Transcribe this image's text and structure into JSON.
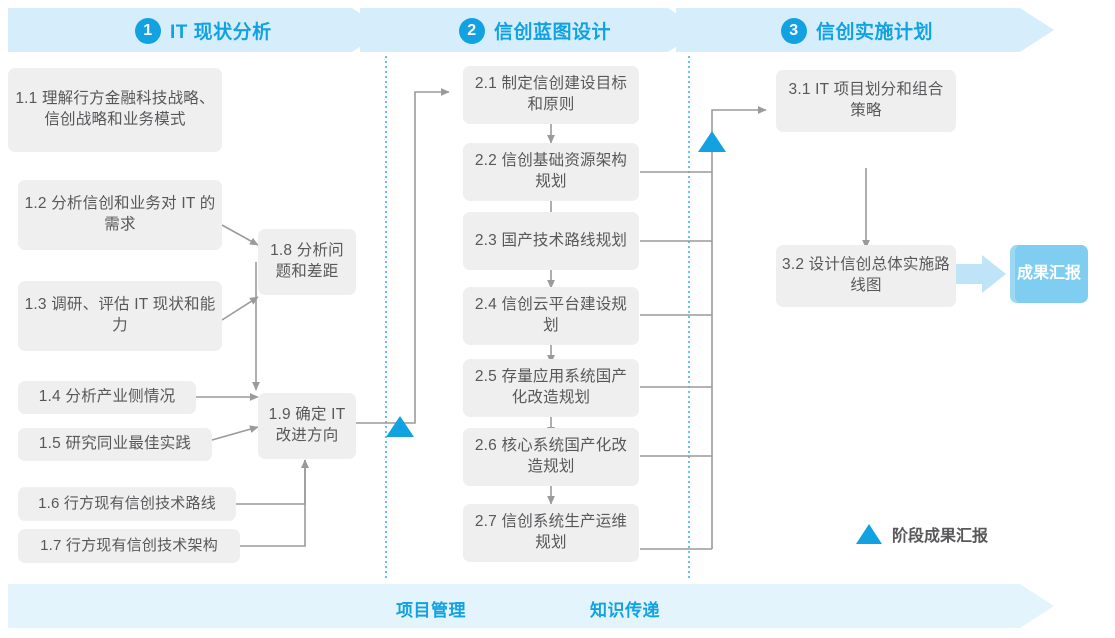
{
  "diagram": {
    "phases": [
      {
        "number": "1",
        "title": "IT 现状分析"
      },
      {
        "number": "2",
        "title": "信创蓝图设计"
      },
      {
        "number": "3",
        "title": "信创实施计划"
      }
    ],
    "phase1_nodes": [
      {
        "id": "1.1",
        "text": "1.1 理解行方金融科技战略、信创战略和业务模式"
      },
      {
        "id": "1.2",
        "text": "1.2 分析信创和业务对 IT 的需求"
      },
      {
        "id": "1.3",
        "text": "1.3 调研、评估 IT 现状和能力"
      },
      {
        "id": "1.4",
        "text": "1.4 分析产业侧情况"
      },
      {
        "id": "1.5",
        "text": "1.5 研究同业最佳实践"
      },
      {
        "id": "1.6",
        "text": "1.6 行方现有信创技术路线"
      },
      {
        "id": "1.7",
        "text": "1.7 行方现有信创技术架构"
      },
      {
        "id": "1.8",
        "text": "1.8 分析问题和差距"
      },
      {
        "id": "1.9",
        "text": "1.9 确定 IT 改进方向"
      }
    ],
    "phase2_nodes": [
      {
        "id": "2.1",
        "text": "2.1 制定信创建设目标和原则"
      },
      {
        "id": "2.2",
        "text": "2.2 信创基础资源架构规划"
      },
      {
        "id": "2.3",
        "text": "2.3 国产技术路线规划"
      },
      {
        "id": "2.4",
        "text": "2.4 信创云平台建设规划"
      },
      {
        "id": "2.5",
        "text": "2.5 存量应用系统国产化改造规划"
      },
      {
        "id": "2.6",
        "text": "2.6 核心系统国产化改造规划"
      },
      {
        "id": "2.7",
        "text": "2.7 信创系统生产运维规划"
      }
    ],
    "phase3_nodes": [
      {
        "id": "3.1",
        "text": "3.1 IT 项目划分和组合策略"
      },
      {
        "id": "3.2",
        "text": "3.2 设计信创总体实施路线图"
      }
    ],
    "outcome": {
      "text": "成果汇报"
    },
    "legend": {
      "label": "阶段成果汇报"
    },
    "footer": {
      "items": [
        "项目管理",
        "知识传递"
      ]
    },
    "colors": {
      "accent": "#13a2e1",
      "header_band": "#d6eefb",
      "footer_band": "#e4f4fc",
      "node_fill": "#efeff0",
      "node_text": "#58585a",
      "connector": "#9a9a9a",
      "outcome_fill": "#7fcdf0",
      "outcome_arrow": "#bfe4f7",
      "divider_dotted": "#39b5e8"
    }
  }
}
